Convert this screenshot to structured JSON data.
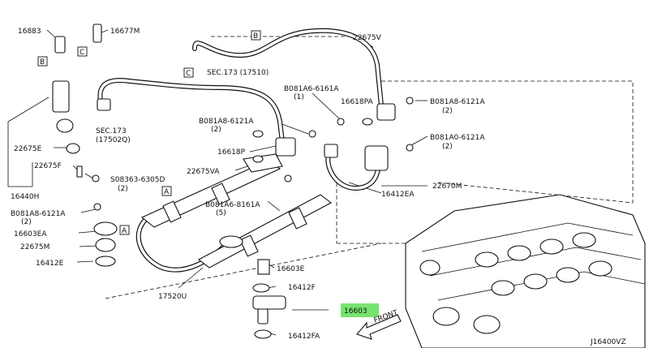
{
  "diagram_code": "J16400VZ",
  "front_label": "FRONT",
  "highlight_color": "#77e36f",
  "callouts": [
    {
      "id": "c1",
      "text": "16883"
    },
    {
      "id": "c2",
      "text": "16677M"
    },
    {
      "id": "c3",
      "text": "22675V"
    },
    {
      "id": "c4",
      "text": "SEC.173 (17510)"
    },
    {
      "id": "c5",
      "text": "B081A6-6161A"
    },
    {
      "id": "c6",
      "text": "(1)"
    },
    {
      "id": "c7",
      "text": "16618PA"
    },
    {
      "id": "c8",
      "text": "B081A8-6121A"
    },
    {
      "id": "c9",
      "text": "(2)"
    },
    {
      "id": "c10",
      "text": "SEC.173"
    },
    {
      "id": "c11",
      "text": "(17502Q)"
    },
    {
      "id": "c12",
      "text": "B081A8-6121A"
    },
    {
      "id": "c13",
      "text": "(2)"
    },
    {
      "id": "c14",
      "text": "B081A0-6121A"
    },
    {
      "id": "c15",
      "text": "(2)"
    },
    {
      "id": "c16",
      "text": "22675E"
    },
    {
      "id": "c17",
      "text": "16618P"
    },
    {
      "id": "c18",
      "text": "22675F"
    },
    {
      "id": "c19",
      "text": "22675VA"
    },
    {
      "id": "c20",
      "text": "S08363-6305D"
    },
    {
      "id": "c21",
      "text": "(2)"
    },
    {
      "id": "c22",
      "text": "22670M"
    },
    {
      "id": "c23",
      "text": "16412EA"
    },
    {
      "id": "c24",
      "text": "16440H"
    },
    {
      "id": "c25",
      "text": "B081A6-8161A"
    },
    {
      "id": "c26",
      "text": "(5)"
    },
    {
      "id": "c27",
      "text": "B081A8-6121A"
    },
    {
      "id": "c28",
      "text": "(2)"
    },
    {
      "id": "c29",
      "text": "16603EA"
    },
    {
      "id": "c30",
      "text": "22675M"
    },
    {
      "id": "c31",
      "text": "16412E"
    },
    {
      "id": "c32",
      "text": "16603E"
    },
    {
      "id": "c33",
      "text": "17520U"
    },
    {
      "id": "c34",
      "text": "16412F"
    },
    {
      "id": "c35",
      "text": "16603"
    },
    {
      "id": "c36",
      "text": "16412FA"
    }
  ],
  "ref_boxes": [
    {
      "id": "r1",
      "text": "B"
    },
    {
      "id": "r2",
      "text": "C"
    },
    {
      "id": "r3",
      "text": "B"
    },
    {
      "id": "r4",
      "text": "C"
    },
    {
      "id": "r5",
      "text": "A"
    },
    {
      "id": "r6",
      "text": "A"
    }
  ]
}
